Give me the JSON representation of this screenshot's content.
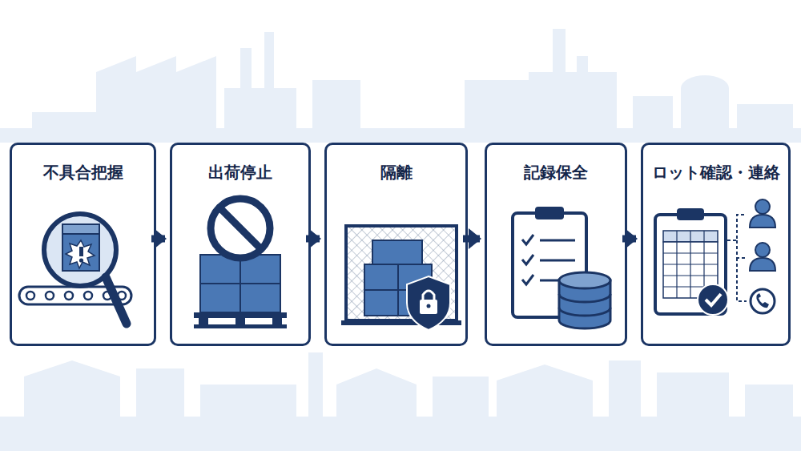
{
  "diagram": {
    "nodes": [
      {
        "text": [
          "不具合把握"
        ]
      },
      {
        "text": [
          "出荷停止"
        ]
      },
      {
        "text": [
          "隔離"
        ]
      },
      {
        "text": [
          "記録保全"
        ]
      },
      {
        "text": [
          "ロット確認・連絡"
        ]
      }
    ],
    "edges": [
      {
        "from": 0,
        "to": 1,
        "arrow": "to"
      },
      {
        "from": 1,
        "to": 2,
        "arrow": "to"
      },
      {
        "from": 2,
        "to": 3,
        "arrow": "to"
      },
      {
        "from": 3,
        "to": 4,
        "arrow": "to"
      }
    ]
  }
}
